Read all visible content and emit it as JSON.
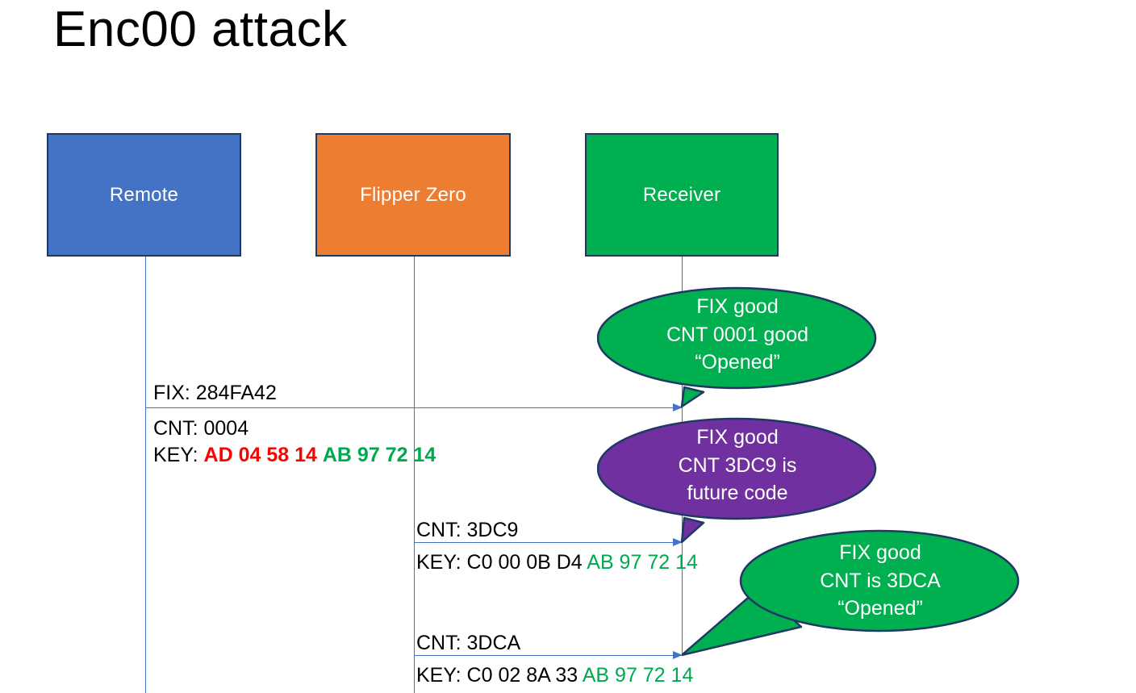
{
  "slide": {
    "title": "Enc00 attack",
    "background": "#ffffff"
  },
  "colors": {
    "remote": "#4472C4",
    "flipper": "#ED7D31",
    "receiver": "#00B050",
    "callout_good": "#00B050",
    "callout_warn": "#7030A0",
    "border": "#1F3864",
    "lifeline": "#4472C4",
    "hex_red": "#FF0000",
    "hex_green": "#00A84F"
  },
  "actors": [
    {
      "id": "remote",
      "label": "Remote"
    },
    {
      "id": "flipper",
      "label": "Flipper Zero"
    },
    {
      "id": "receiver",
      "label": "Receiver"
    }
  ],
  "messages": [
    {
      "id": "msg-1",
      "from": "remote",
      "to": "receiver",
      "above": "FIX: 284FA42",
      "below_line_1": "CNT: 0004",
      "key_prefix": "KEY: ",
      "key_red": "AD 04 58 14",
      "key_green": "AB 97 72 14"
    },
    {
      "id": "msg-2",
      "from": "flipper",
      "to": "receiver",
      "above": "CNT: 3DC9",
      "key_prefix": "KEY: ",
      "key_black": "C0 00 0B D4",
      "key_green": "AB 97 72 14"
    },
    {
      "id": "msg-3",
      "from": "flipper",
      "to": "receiver",
      "above": "CNT: 3DCA",
      "key_prefix": "KEY: ",
      "key_black": "C0 02 8A 33",
      "key_green": "AB 97 72 14"
    }
  ],
  "callouts": [
    {
      "id": "callout-1",
      "color": "#00B050",
      "line_1": "FIX good",
      "line_2": "CNT 0001 good",
      "line_3": "“Opened”"
    },
    {
      "id": "callout-2",
      "color": "#7030A0",
      "line_1": "FIX good",
      "line_2": "CNT 3DC9 is",
      "line_3": "future code"
    },
    {
      "id": "callout-3",
      "color": "#00B050",
      "line_1": "FIX good",
      "line_2": "CNT is 3DCA",
      "line_3": "“Opened”"
    }
  ]
}
